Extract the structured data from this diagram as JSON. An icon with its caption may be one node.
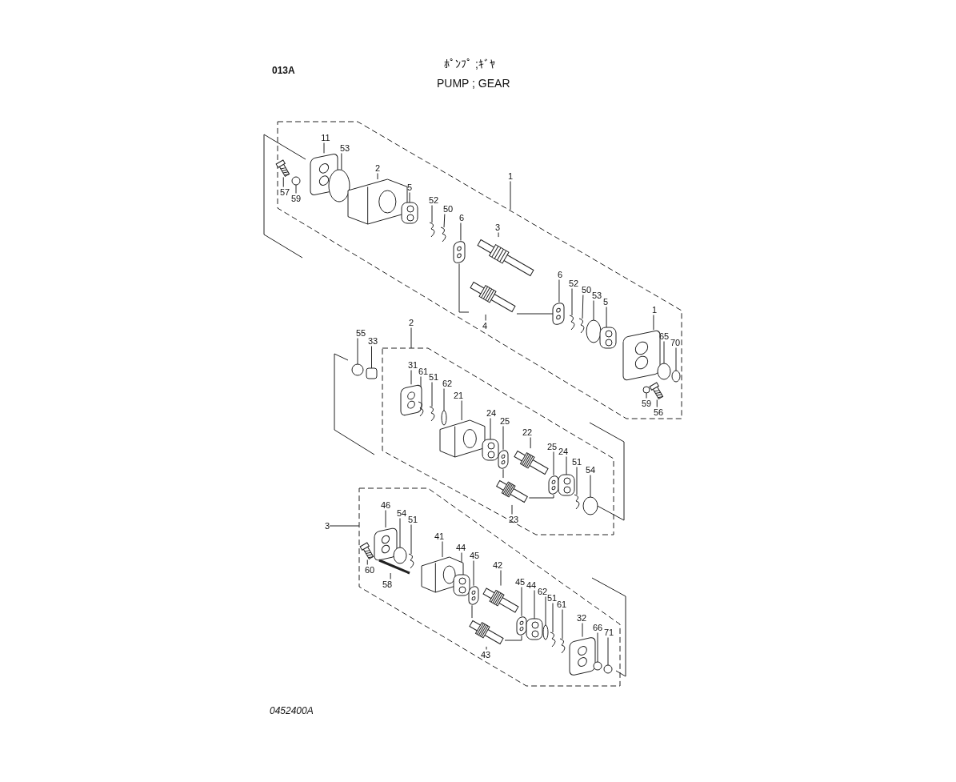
{
  "diagram": {
    "nodes": [
      {
        "text": [],
        "shape": "box"
      },
      {
        "text": [
          "11"
        ],
        "in": 0
      },
      {
        "text": [
          "53"
        ],
        "in": 0
      },
      {
        "text": [
          "2"
        ],
        "in": 0
      },
      {
        "text": [
          "57"
        ],
        "in": 0
      },
      {
        "text": [
          "59"
        ],
        "in": 0
      },
      {
        "text": [
          "5"
        ],
        "in": 0
      },
      {
        "text": [
          "52"
        ],
        "in": 0
      },
      {
        "text": [
          "50"
        ],
        "in": 0
      },
      {
        "text": [
          "6"
        ],
        "in": 0
      },
      {
        "text": [
          "1"
        ]
      },
      {
        "text": [
          "3"
        ],
        "in": 0
      },
      {
        "text": [
          "4"
        ],
        "in": 0
      },
      {
        "text": [
          "6"
        ],
        "in": 0
      },
      {
        "text": [
          "52"
        ],
        "in": 0
      },
      {
        "text": [
          "50"
        ],
        "in": 0
      },
      {
        "text": [
          "53"
        ],
        "in": 0
      },
      {
        "text": [
          "5"
        ],
        "in": 0
      },
      {
        "text": [
          "1"
        ],
        "in": 0
      },
      {
        "text": [
          "65"
        ],
        "in": 0
      },
      {
        "text": [
          "70"
        ],
        "in": 0
      },
      {
        "text": [
          "59"
        ],
        "in": 0
      },
      {
        "text": [
          "56"
        ],
        "in": 0
      },
      {
        "text": [],
        "shape": "picture",
        "in": 0
      },
      {
        "text": [],
        "shape": "circle",
        "in": 0
      },
      {
        "text": [],
        "shape": "picture",
        "in": 0
      },
      {
        "text": [],
        "shape": "picture",
        "in": 0
      },
      {
        "text": [],
        "shape": "circle",
        "in": 0
      },
      {
        "text": [],
        "shape": "picture",
        "in": 0
      },
      {
        "text": [],
        "shape": "picture",
        "in": 0
      },
      {
        "text": [],
        "shape": "picture",
        "in": 0
      },
      {
        "text": [],
        "shape": "picture",
        "in": 0
      },
      {
        "text": [],
        "shape": "picture",
        "in": 0
      },
      {
        "text": [],
        "shape": "picture",
        "in": 0
      },
      {
        "text": [],
        "shape": "picture",
        "in": 0
      },
      {
        "text": [],
        "shape": "picture",
        "in": 0
      },
      {
        "text": [],
        "shape": "picture",
        "in": 0
      },
      {
        "text": [],
        "shape": "circle",
        "in": 0
      },
      {
        "text": [],
        "shape": "picture",
        "in": 0
      },
      {
        "text": [],
        "shape": "picture",
        "in": 0
      },
      {
        "text": [],
        "shape": "circle",
        "in": 0
      },
      {
        "text": [],
        "shape": "circle",
        "in": 0
      },
      {
        "text": [],
        "shape": "circle",
        "in": 0
      },
      {
        "text": [],
        "shape": "picture",
        "in": 0
      },
      {
        "text": [],
        "shape": "box"
      },
      {
        "text": [
          "2"
        ]
      },
      {
        "text": [
          "55"
        ]
      },
      {
        "text": [
          "33"
        ]
      },
      {
        "text": [
          "31"
        ],
        "in": 44
      },
      {
        "text": [
          "61"
        ],
        "in": 44
      },
      {
        "text": [
          "51"
        ],
        "in": 44
      },
      {
        "text": [
          "62"
        ],
        "in": 44
      },
      {
        "text": [
          "21"
        ],
        "in": 44
      },
      {
        "text": [
          "24"
        ],
        "in": 44
      },
      {
        "text": [
          "25"
        ],
        "in": 44
      },
      {
        "text": [
          "22"
        ],
        "in": 44
      },
      {
        "text": [
          "25"
        ],
        "in": 44
      },
      {
        "text": [
          "24"
        ],
        "in": 44
      },
      {
        "text": [
          "51"
        ],
        "in": 44
      },
      {
        "text": [
          "54"
        ],
        "in": 44
      },
      {
        "text": [
          "23"
        ],
        "in": 44
      },
      {
        "text": [],
        "shape": "circle"
      },
      {
        "text": [],
        "shape": "box"
      },
      {
        "text": [],
        "shape": "picture",
        "in": 44
      },
      {
        "text": [],
        "shape": "picture",
        "in": 44
      },
      {
        "text": [],
        "shape": "picture",
        "in": 44
      },
      {
        "text": [],
        "shape": "circle",
        "in": 44
      },
      {
        "text": [],
        "shape": "picture",
        "in": 44
      },
      {
        "text": [],
        "shape": "picture",
        "in": 44
      },
      {
        "text": [],
        "shape": "picture",
        "in": 44
      },
      {
        "text": [],
        "shape": "picture",
        "in": 44
      },
      {
        "text": [],
        "shape": "picture",
        "in": 44
      },
      {
        "text": [],
        "shape": "picture",
        "in": 44
      },
      {
        "text": [],
        "shape": "picture",
        "in": 44
      },
      {
        "text": [],
        "shape": "circle",
        "in": 44
      },
      {
        "text": [],
        "shape": "picture",
        "in": 44
      },
      {
        "text": [],
        "shape": "box"
      },
      {
        "text": [
          "3"
        ]
      },
      {
        "text": [
          "46"
        ],
        "in": 76
      },
      {
        "text": [
          "54"
        ],
        "in": 76
      },
      {
        "text": [
          "51"
        ],
        "in": 76
      },
      {
        "text": [
          "41"
        ],
        "in": 76
      },
      {
        "text": [
          "44"
        ],
        "in": 76
      },
      {
        "text": [
          "45"
        ],
        "in": 76
      },
      {
        "text": [
          "42"
        ],
        "in": 76
      },
      {
        "text": [
          "45"
        ],
        "in": 76
      },
      {
        "text": [
          "44"
        ],
        "in": 76
      },
      {
        "text": [
          "62"
        ],
        "in": 76
      },
      {
        "text": [
          "51"
        ],
        "in": 76
      },
      {
        "text": [
          "61"
        ],
        "in": 76
      },
      {
        "text": [
          "32"
        ],
        "in": 76
      },
      {
        "text": [
          "66"
        ],
        "in": 76
      },
      {
        "text": [
          "71"
        ],
        "in": 76
      },
      {
        "text": [
          "60"
        ],
        "in": 76
      },
      {
        "text": [
          "58"
        ],
        "in": 76
      },
      {
        "text": [
          "43"
        ],
        "in": 76
      },
      {
        "text": [],
        "shape": "picture",
        "in": 76
      },
      {
        "text": [],
        "shape": "circle",
        "in": 76
      },
      {
        "text": [],
        "shape": "picture",
        "in": 76
      },
      {
        "text": [],
        "shape": "picture",
        "in": 76
      },
      {
        "text": [],
        "shape": "picture",
        "in": 76
      },
      {
        "text": [],
        "shape": "picture",
        "in": 76
      },
      {
        "text": [],
        "shape": "picture",
        "in": 76
      },
      {
        "text": [],
        "shape": "picture",
        "in": 76
      },
      {
        "text": [],
        "shape": "picture",
        "in": 76
      },
      {
        "text": [],
        "shape": "circle",
        "in": 76
      },
      {
        "text": [],
        "shape": "picture",
        "in": 76
      },
      {
        "text": [],
        "shape": "picture",
        "in": 76
      },
      {
        "text": [],
        "shape": "picture",
        "in": 76
      },
      {
        "text": [],
        "shape": "circle",
        "in": 76
      },
      {
        "text": [],
        "shape": "circle",
        "in": 76
      },
      {
        "text": [],
        "shape": "picture",
        "in": 76
      },
      {
        "text": [],
        "shape": "picture",
        "in": 76
      },
      {
        "text": [],
        "shape": "picture",
        "in": 76
      }
    ],
    "edges": [
      {
        "from": 1,
        "to": 23,
        "arrow": "none"
      },
      {
        "from": 2,
        "to": 24,
        "arrow": "none"
      },
      {
        "from": 3,
        "to": 25,
        "arrow": "none"
      },
      {
        "from": 4,
        "to": 26,
        "arrow": "none"
      },
      {
        "from": 5,
        "to": 27,
        "arrow": "none"
      },
      {
        "from": 6,
        "to": 28,
        "arrow": "none"
      },
      {
        "from": 7,
        "to": 29,
        "arrow": "none"
      },
      {
        "from": 8,
        "to": 30,
        "arrow": "none"
      },
      {
        "from": 9,
        "to": 31,
        "arrow": "none"
      },
      {
        "from": 10,
        "to": 0,
        "arrow": "none"
      },
      {
        "from": 11,
        "to": 32,
        "arrow": "none"
      },
      {
        "from": 12,
        "to": 33,
        "arrow": "none"
      },
      {
        "from": 13,
        "to": 34,
        "arrow": "none"
      },
      {
        "from": 14,
        "to": 35,
        "arrow": "none"
      },
      {
        "from": 15,
        "to": 36,
        "arrow": "none"
      },
      {
        "from": 16,
        "to": 37,
        "arrow": "none"
      },
      {
        "from": 17,
        "to": 38,
        "arrow": "none"
      },
      {
        "from": 18,
        "to": 39,
        "arrow": "none"
      },
      {
        "from": 19,
        "to": 40,
        "arrow": "none"
      },
      {
        "from": 20,
        "to": 41,
        "arrow": "none"
      },
      {
        "from": 21,
        "to": 42,
        "arrow": "none"
      },
      {
        "from": 22,
        "to": 43,
        "arrow": "none"
      },
      {
        "from": 45,
        "to": 44,
        "arrow": "none"
      },
      {
        "from": 46,
        "to": 61,
        "arrow": "none"
      },
      {
        "from": 47,
        "to": 62,
        "arrow": "none"
      },
      {
        "from": 48,
        "to": 63,
        "arrow": "none"
      },
      {
        "from": 49,
        "to": 64,
        "arrow": "none"
      },
      {
        "from": 50,
        "to": 65,
        "arrow": "none"
      },
      {
        "from": 51,
        "to": 66,
        "arrow": "none"
      },
      {
        "from": 52,
        "to": 67,
        "arrow": "none"
      },
      {
        "from": 53,
        "to": 68,
        "arrow": "none"
      },
      {
        "from": 54,
        "to": 69,
        "arrow": "none"
      },
      {
        "from": 55,
        "to": 70,
        "arrow": "none"
      },
      {
        "from": 56,
        "to": 71,
        "arrow": "none"
      },
      {
        "from": 57,
        "to": 72,
        "arrow": "none"
      },
      {
        "from": 58,
        "to": 73,
        "arrow": "none"
      },
      {
        "from": 59,
        "to": 74,
        "arrow": "none"
      },
      {
        "from": 60,
        "to": 75,
        "arrow": "none"
      },
      {
        "from": 77,
        "to": 76,
        "arrow": "none"
      },
      {
        "from": 78,
        "to": 96,
        "arrow": "none"
      },
      {
        "from": 79,
        "to": 97,
        "arrow": "none"
      },
      {
        "from": 80,
        "to": 98,
        "arrow": "none"
      },
      {
        "from": 81,
        "to": 99,
        "arrow": "none"
      },
      {
        "from": 82,
        "to": 100,
        "arrow": "none"
      },
      {
        "from": 83,
        "to": 101,
        "arrow": "none"
      },
      {
        "from": 84,
        "to": 102,
        "arrow": "none"
      },
      {
        "from": 85,
        "to": 103,
        "arrow": "none"
      },
      {
        "from": 86,
        "to": 104,
        "arrow": "none"
      },
      {
        "from": 87,
        "to": 105,
        "arrow": "none"
      },
      {
        "from": 88,
        "to": 106,
        "arrow": "none"
      },
      {
        "from": 89,
        "to": 107,
        "arrow": "none"
      },
      {
        "from": 90,
        "to": 108,
        "arrow": "none"
      },
      {
        "from": 91,
        "to": 109,
        "arrow": "none"
      },
      {
        "from": 92,
        "to": 110,
        "arrow": "none"
      },
      {
        "from": 93,
        "to": 111,
        "arrow": "none"
      },
      {
        "from": 94,
        "to": 112,
        "arrow": "none"
      },
      {
        "from": 95,
        "to": 113,
        "arrow": "none"
      },
      {
        "from": 31,
        "to": 33,
        "arrow": "none"
      },
      {
        "from": 33,
        "to": 34,
        "arrow": "none"
      },
      {
        "from": 69,
        "to": 75,
        "arrow": "none"
      },
      {
        "from": 75,
        "to": 71,
        "arrow": "none"
      },
      {
        "from": 101,
        "to": 113,
        "arrow": "none"
      },
      {
        "from": 113,
        "to": 103,
        "arrow": "none"
      }
    ],
    "labels": [
      "013A",
      "ﾎﾟﾝﾌﾟ ;ｷﾞﾔ",
      "PUMP ; GEAR",
      "0452400A"
    ]
  }
}
